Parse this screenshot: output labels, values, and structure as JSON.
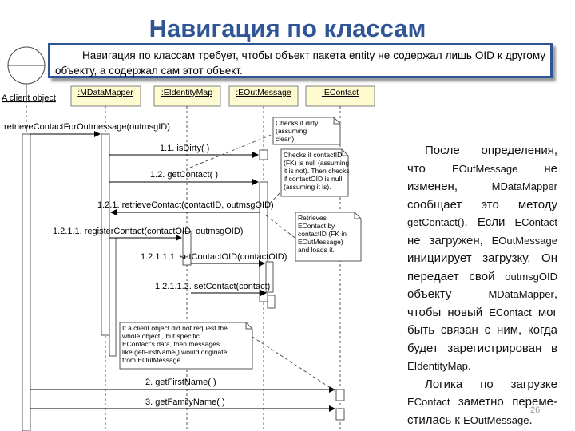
{
  "slide": {
    "title": "Навигация по классам",
    "callout": "Навигация по классам требует, чтобы объект пакета entity не содержал лишь OID к другому объекту, а содержал сам этот объект.",
    "page_number": "26"
  },
  "diagram": {
    "actor": "A client object",
    "objects": [
      ":MDataMapper",
      ":EIdentityMap",
      ":EOutMessage",
      ":EContact"
    ],
    "messages": [
      "retrieveContactForOutmessage(outmsgID)",
      "1.1. isDirty( )",
      "1.2. getContact( )",
      "1.2.1. retrieveContact(contactID, outmsgOID)",
      "1.2.1.1. registerContact(contactOID, outmsgOID)",
      "1.2.1.1.1. setContactOID(contactOID)",
      "1.2.1.1.2. setContact(contact)",
      "2. getFirstName( )",
      "3. getFamilyName( )"
    ],
    "notes": [
      [
        "Checks if dirty",
        "(assuming",
        "clean)"
      ],
      [
        "Checks if contactID",
        "(FK) is null (assuming",
        "it is not). Then checks",
        "if contactOID is null",
        "(assuming it is)."
      ],
      [
        "Retrieves",
        "EContact by",
        "contactID (FK in",
        "EOutMessage)",
        "and loads it."
      ],
      [
        "If a client object did not request the",
        "whole object , but specific",
        "EContact's data, then messages",
        "like getFirstName() would originate",
        "from EOutMessage"
      ]
    ]
  },
  "side_text": {
    "p1": {
      "t1": "После определения, что ",
      "c1": "EOutMessage",
      "t2": " не изменен, ",
      "c2": "MDataMapper",
      "t3": " сообщает это методу ",
      "c3": "getContact()",
      "t4": ". Если ",
      "c4": "EContact",
      "t5": " не загружен, ",
      "c5": "EOutMessage",
      "t6": " инициирует загрузку. Он передает свой ",
      "c6": "outmsgOID",
      "t7": " объекту ",
      "c7": "MDataMapper",
      "t8": ", чтобы новый ",
      "c8": "EContact",
      "t9": " мог быть связан с ним, когда будет зарегистрирован в ",
      "c9": "EIdentityMap",
      "t10": "."
    },
    "p2": {
      "t1": "Логика по загрузке ",
      "c1": "EContact",
      "t2": " заметно переме-стилась к ",
      "c2": "EOutMessage",
      "t3": "."
    }
  }
}
